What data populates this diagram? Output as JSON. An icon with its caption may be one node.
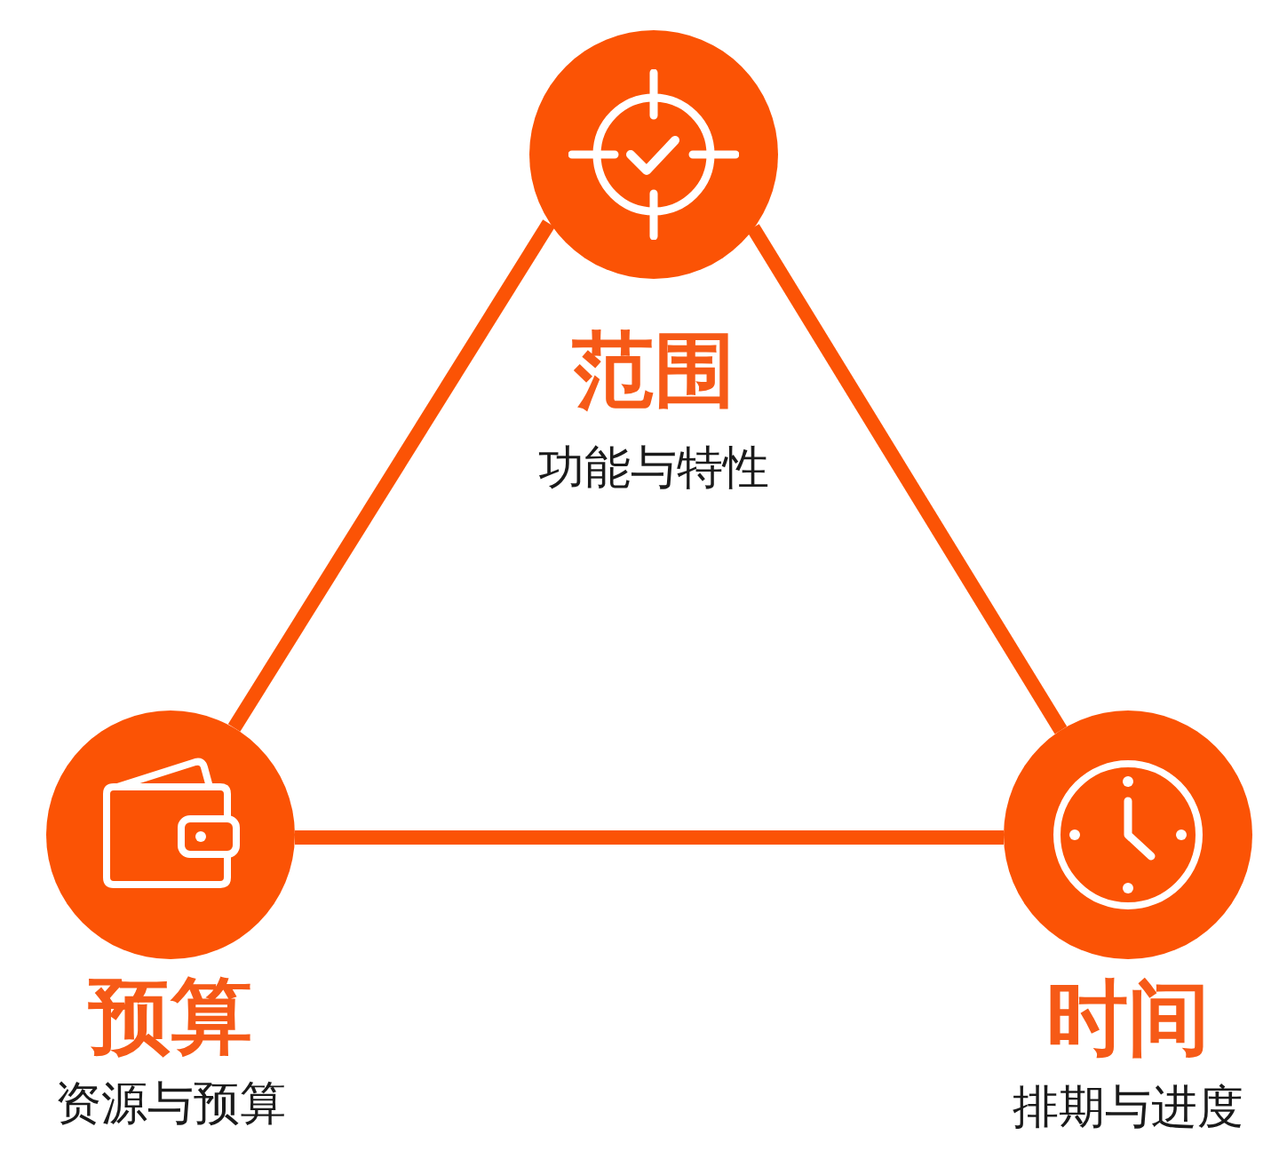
{
  "diagram": {
    "nodes": [
      {
        "text": [
          "范围",
          "功能与特性"
        ]
      },
      {
        "text": [
          "预算",
          "资源与预算"
        ]
      },
      {
        "text": [
          "时间",
          "排期与进度"
        ]
      }
    ],
    "edges": [
      {
        "from": 0,
        "to": 1,
        "arrow": "none"
      },
      {
        "from": 0,
        "to": 2,
        "arrow": "none"
      },
      {
        "from": 1,
        "to": 2,
        "arrow": "none"
      }
    ]
  }
}
